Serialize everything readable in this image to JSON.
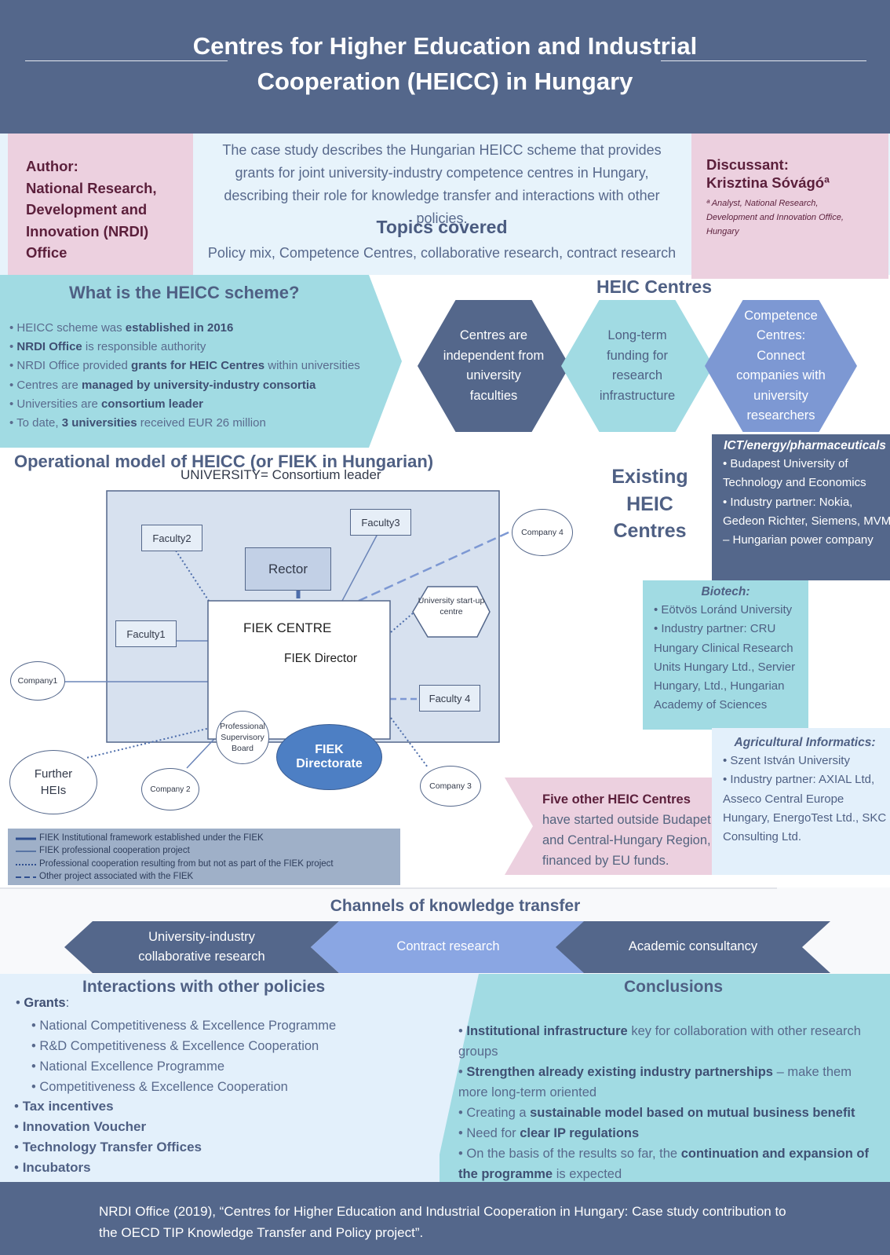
{
  "header": {
    "title_line1": "Centres for Higher Education and Industrial",
    "title_line2": "Cooperation (HEICC) in Hungary"
  },
  "author": {
    "label": "Author:",
    "line1": "National Research,",
    "line2": "Development and",
    "line3": "Innovation (NRDI) Office"
  },
  "discussant": {
    "label": "Discussant:",
    "name": "Krisztina Sóvágóª",
    "affiliation": "ª Analyst, National Research, Development and Innovation Office, Hungary"
  },
  "intro": {
    "description": "The case study describes the Hungarian HEICC scheme that provides grants for joint university-industry competence centres in Hungary, describing their role for knowledge transfer and interactions with other policies.",
    "topics_title": "Topics covered",
    "topics": "Policy mix, Competence Centres, collaborative research, contract research"
  },
  "what_is": {
    "title": "What is the HEICC scheme?",
    "items": [
      {
        "pre": "HEICC scheme was ",
        "bold": "established in 2016",
        "post": ""
      },
      {
        "pre": "",
        "bold": "NRDI Office",
        "post": " is responsible authority"
      },
      {
        "pre": "NRDI Office provided ",
        "bold": "grants for HEIC Centres",
        "post": " within universities"
      },
      {
        "pre": "Centres are ",
        "bold": "managed by university-industry consortia",
        "post": ""
      },
      {
        "pre": "Universities are ",
        "bold": "consortium leader",
        "post": ""
      },
      {
        "pre": "To date, ",
        "bold": "3 universities",
        "post": " received EUR 26 million"
      }
    ]
  },
  "heic_centres": {
    "title": "HEIC Centres",
    "hex1": "Centres are independent from university faculties",
    "hex2": "Long-term funding for research infrastructure",
    "hex3": "Competence Centres: Connect companies with university researchers"
  },
  "operational": {
    "title": "Operational model of HEICC (or FIEK in Hungarian)",
    "university_label": "UNIVERSITY= Consortium leader",
    "faculty1": "Faculty1",
    "faculty2": "Faculty2",
    "faculty3": "Faculty3",
    "faculty4": "Faculty 4",
    "rector": "Rector",
    "fiek_centre": "FIEK CENTRE",
    "fiek_director": "FIEK Director",
    "fiek_directorate": "FIEK Directorate",
    "supervisory_board": "Professional Supervisory Board",
    "startup": "University start-up centre",
    "company1": "Company1",
    "company2": "Company 2",
    "company3": "Company 3",
    "company4": "Company 4",
    "further_heis": "Further HEIs",
    "legend": [
      "FIEK Institutional framework established under the FIEK",
      "FIEK professional cooperation project",
      "Professional cooperation resulting from but not as part of the FIEK project",
      "Other project associated with the FIEK"
    ]
  },
  "existing": {
    "title_line1": "Existing",
    "title_line2": "HEIC",
    "title_line3": "Centres",
    "ict": {
      "title": "ICT/energy/pharmaceuticals",
      "items": [
        "Budapest University of Technology and Economics",
        "Industry partner: Nokia, Gedeon Richter, Siemens, MVM – Hungarian power company"
      ]
    },
    "biotech": {
      "title": "Biotech:",
      "items": [
        "Eötvös Loránd University",
        "Industry partner: CRU Hungary Clinical Research Units Hungary Ltd., Servier Hungary, Ltd., Hungarian Academy of Sciences"
      ]
    },
    "agri": {
      "title": "Agricultural Informatics:",
      "items": [
        "Szent István University",
        "Industry partner: AXIAL Ltd, Asseco Central Europe Hungary, EnergoTest Ltd., SKC Consulting Ltd."
      ]
    },
    "five_bold": "Five other HEIC Centres",
    "five_text": " have started outside Budapet and Central-Hungary Region, financed by EU funds."
  },
  "channels": {
    "title": "Channels of knowledge transfer",
    "items": [
      "University-industry collaborative research",
      "Contract research",
      "Academic consultancy"
    ]
  },
  "interactions": {
    "title": "Interactions with other policies",
    "grants_label": "Grants",
    "grants": [
      "National Competitiveness & Excellence Programme",
      "R&D Competitiveness & Excellence Cooperation",
      "National Excellence Programme",
      "Competitiveness & Excellence Cooperation"
    ],
    "policies": [
      "Tax incentives",
      "Innovation Voucher",
      "Technology Transfer Offices",
      "Incubators"
    ]
  },
  "conclusions": {
    "title": "Conclusions",
    "items": [
      {
        "pre": "",
        "bold": "Institutional infrastructure",
        "post": " key for collaboration with other research groups"
      },
      {
        "pre": "",
        "bold": "Strengthen already existing industry partnerships",
        "post": " – make them more long-term oriented"
      },
      {
        "pre": "Creating a ",
        "bold": "sustainable model based on mutual business benefit",
        "post": ""
      },
      {
        "pre": "Need for ",
        "bold": "clear IP regulations",
        "post": ""
      },
      {
        "pre": "On the basis of the results so far, the ",
        "bold": "continuation and expansion of the programme",
        "post": " is expected"
      }
    ]
  },
  "footer": {
    "citation": "NRDI Office (2019), “Centres for Higher Education and Industrial Cooperation in Hungary: Case study contribution to the OECD TIP Knowledge Transfer and Policy project”."
  },
  "colors": {
    "navy": "#54678b",
    "teal": "#a1dbe3",
    "pink": "#ecd0df",
    "light_blue": "#e3f0fb",
    "periwinkle": "#7d98d3"
  }
}
